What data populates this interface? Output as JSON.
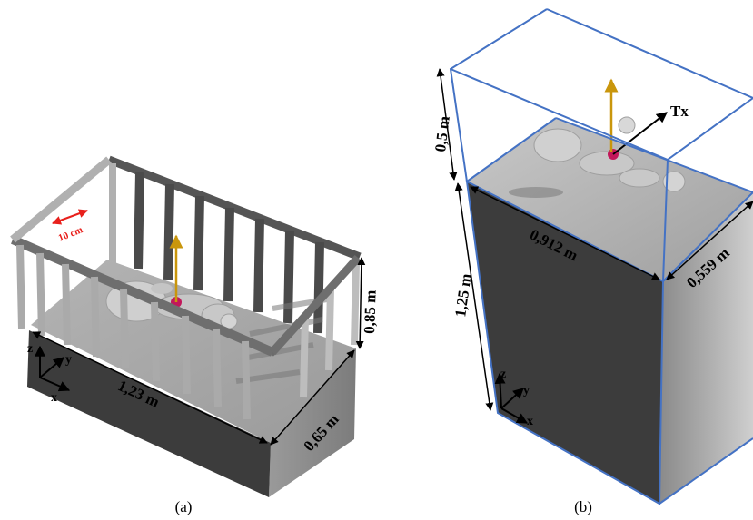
{
  "panel_a": {
    "caption": "(a)",
    "length": "1,23 m",
    "depth": "0,65 m",
    "height": "0,85 m",
    "bar_spacing": "10 cm",
    "axes": {
      "x": "x",
      "y": "y",
      "z": "z"
    }
  },
  "panel_b": {
    "caption": "(b)",
    "air_height": "0,5 m",
    "body_height": "1,25 m",
    "length": "0,912 m",
    "depth": "0,559 m",
    "tx_label": "Tx",
    "axes": {
      "x": "x",
      "y": "y",
      "z": "z"
    }
  },
  "colors": {
    "dark_face": "#3c3c3c",
    "mid_face": "#8e8e8e",
    "top_face": "#b8b8b8",
    "box_outline": "#4472c4",
    "vector": "#c9960c",
    "antenna": "#c2185b",
    "spacing_arrow": "#e8201c"
  },
  "icons": [
    "baby-figure",
    "antenna-marker",
    "vertical-vector-arrow"
  ]
}
